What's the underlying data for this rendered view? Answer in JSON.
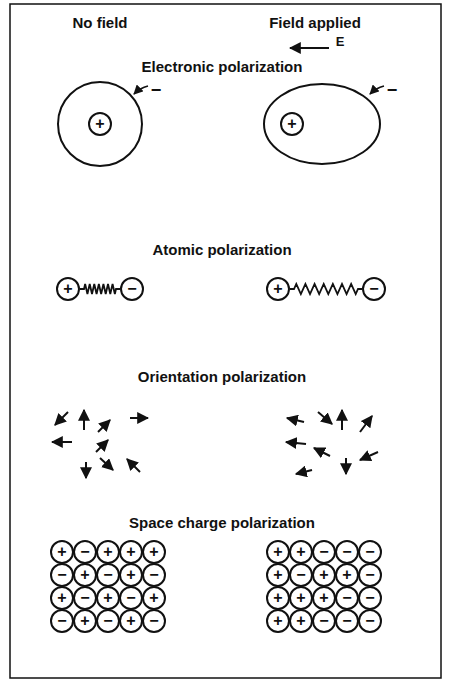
{
  "diagram": {
    "nodes": [
      {
        "text": [
          "+"
        ]
      },
      {
        "text": [
          "+"
        ]
      },
      {
        "text": [
          "+"
        ]
      },
      {
        "text": [
          "−"
        ]
      },
      {
        "text": [
          "+"
        ]
      },
      {
        "text": [
          "−"
        ]
      },
      {
        "text": [
          "+"
        ]
      },
      {
        "text": [
          "−"
        ]
      },
      {
        "text": [
          "+"
        ]
      },
      {
        "text": [
          "+"
        ]
      },
      {
        "text": [
          "+"
        ]
      },
      {
        "text": [
          "−"
        ]
      },
      {
        "text": [
          "+"
        ]
      },
      {
        "text": [
          "−"
        ]
      },
      {
        "text": [
          "+"
        ]
      },
      {
        "text": [
          "−"
        ]
      },
      {
        "text": [
          "+"
        ]
      },
      {
        "text": [
          "−"
        ]
      },
      {
        "text": [
          "+"
        ]
      },
      {
        "text": [
          "−"
        ]
      },
      {
        "text": [
          "+"
        ]
      },
      {
        "text": [
          "−"
        ]
      },
      {
        "text": [
          "+"
        ]
      },
      {
        "text": [
          "−"
        ]
      },
      {
        "text": [
          "+"
        ]
      },
      {
        "text": [
          "−"
        ]
      },
      {
        "text": [
          "+"
        ]
      },
      {
        "text": [
          "+"
        ]
      },
      {
        "text": [
          "−"
        ]
      },
      {
        "text": [
          "−"
        ]
      },
      {
        "text": [
          "−"
        ]
      },
      {
        "text": [
          "+"
        ]
      },
      {
        "text": [
          "−"
        ]
      },
      {
        "text": [
          "+"
        ]
      },
      {
        "text": [
          "+"
        ]
      },
      {
        "text": [
          "−"
        ]
      },
      {
        "text": [
          "+"
        ]
      },
      {
        "text": [
          "+"
        ]
      },
      {
        "text": [
          "+"
        ]
      },
      {
        "text": [
          "−"
        ]
      },
      {
        "text": [
          "−"
        ]
      },
      {
        "text": [
          "+"
        ]
      },
      {
        "text": [
          "+"
        ]
      },
      {
        "text": [
          "−"
        ]
      },
      {
        "text": [
          "−"
        ]
      },
      {
        "text": [
          "−"
        ]
      }
    ],
    "edges": [
      {
        "from": 2,
        "to": 3,
        "arrow": "none"
      },
      {
        "from": 4,
        "to": 5,
        "arrow": "none"
      }
    ],
    "labels": [
      "No field",
      "Field applied",
      "E",
      "Electronic polarization",
      "−",
      "−",
      "Atomic polarization",
      "Orientation polarization",
      "Space charge polarization"
    ]
  }
}
